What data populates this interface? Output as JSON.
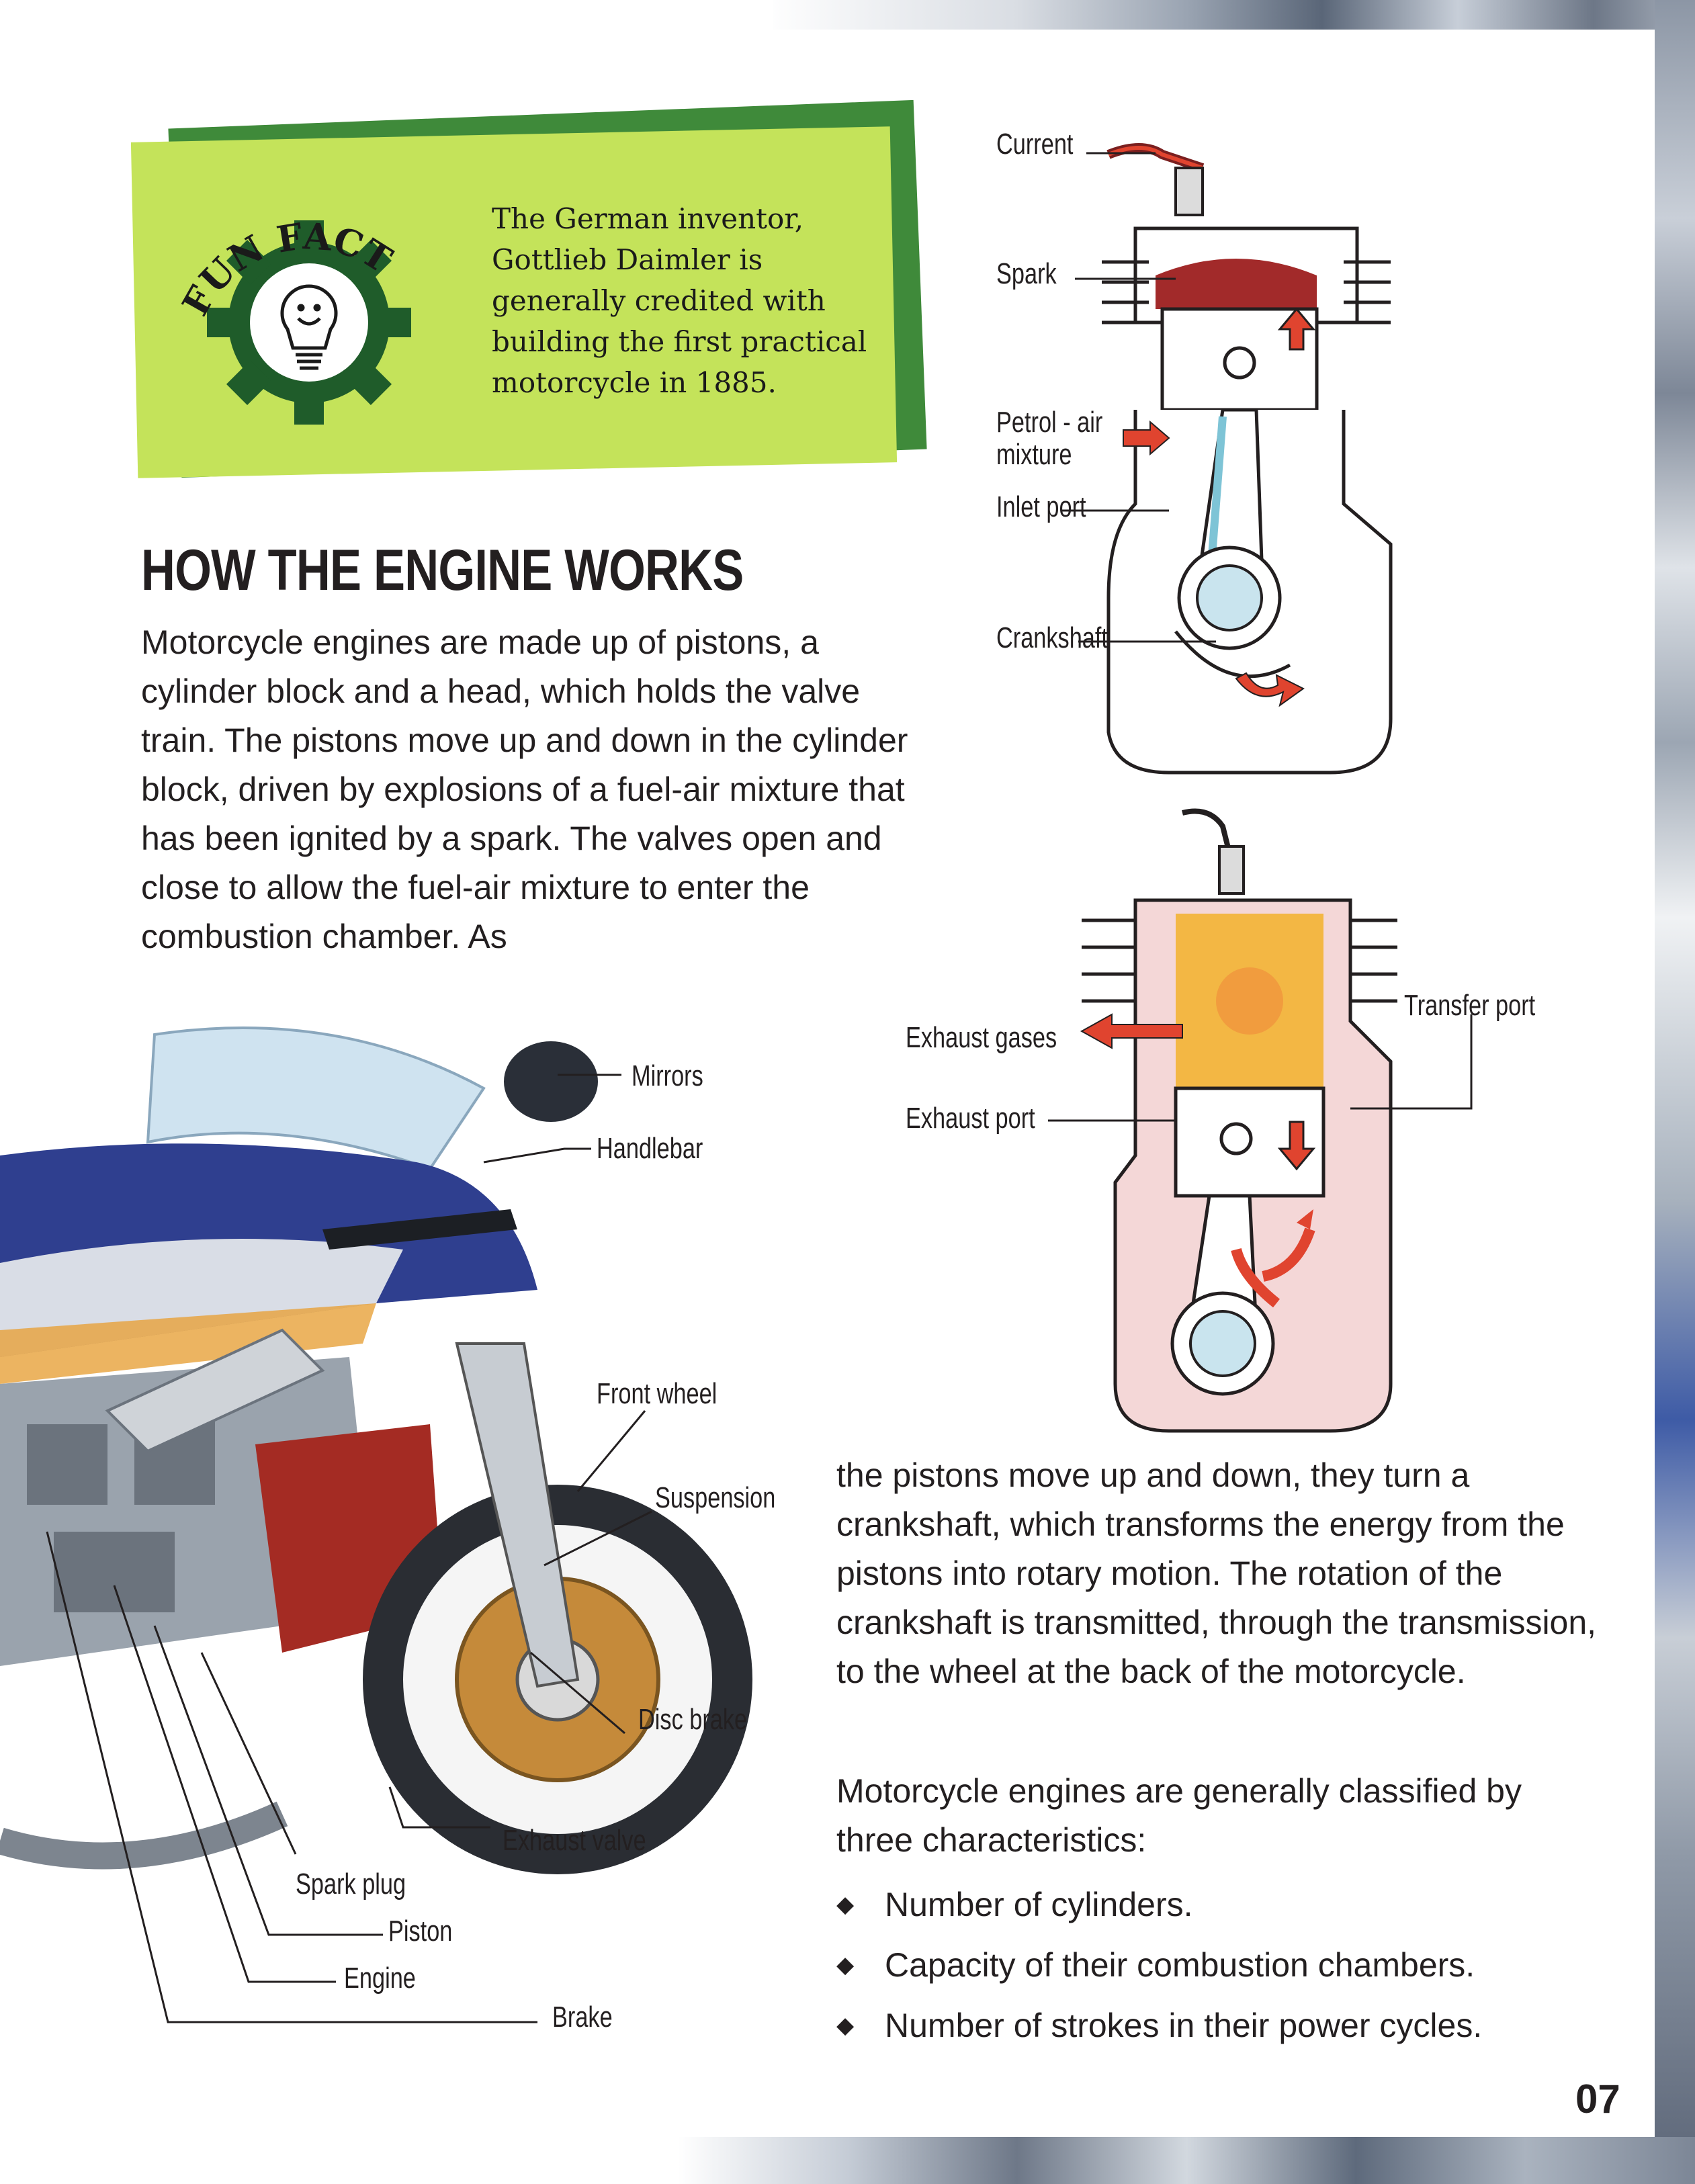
{
  "fun_fact": {
    "badge_text": "FUN FACT",
    "text": "The German inventor, Gottlieb Daimler is generally credited with building the first practical motorcycle in 1885."
  },
  "heading": "HOW THE ENGINE WORKS",
  "body": {
    "paragraph1": "Motorcycle engines are made up of pistons, a cylinder block and a head, which holds the valve train. The pistons move up and down in the cylinder block, driven by explosions of a fuel-air mixture that has been ignited by a spark. The valves open and close to allow the fuel-air mixture to enter the combustion chamber. As",
    "paragraph2": "the pistons move up and down, they turn a crankshaft, which transforms the energy from the pistons into rotary motion. The rotation of the crankshaft is transmitted, through the transmission, to the wheel at the back of the motorcycle.",
    "paragraph3": "Motorcycle engines are generally classified by three characteristics:",
    "bullets": [
      "Number of cylinders.",
      "Capacity of their combustion chambers.",
      "Number of strokes in their power cycles."
    ]
  },
  "engine_diagram_top": {
    "labels": {
      "current": "Current",
      "spark": "Spark",
      "petrol_air": "Petrol - air mixture",
      "inlet_port": "Inlet port",
      "crankshaft": "Crankshaft"
    }
  },
  "engine_diagram_bottom": {
    "labels": {
      "exhaust_gases": "Exhaust gases",
      "exhaust_port": "Exhaust port",
      "transfer_port": "Transfer port"
    }
  },
  "motorcycle_diagram": {
    "labels": {
      "mirrors": "Mirrors",
      "handlebar": "Handlebar",
      "front_wheel": "Front wheel",
      "suspension": "Suspension",
      "disc_brake": "Disc brake",
      "exhaust_valve": "Exhaust valve",
      "spark_plug": "Spark plug",
      "piston": "Piston",
      "engine": "Engine",
      "brake": "Brake"
    }
  },
  "page_number": "07",
  "colors": {
    "fun_fact_green": "#c4e35a",
    "fun_fact_dark": "#3f8a3a",
    "gear": "#1f5c2a",
    "arrow_red": "#e0442f",
    "combustion_orange": "#f3b744"
  }
}
